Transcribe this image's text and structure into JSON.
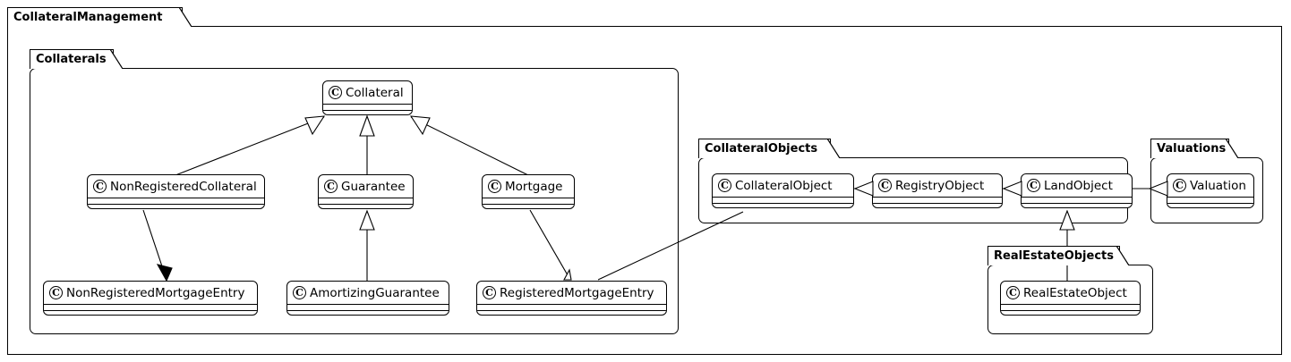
{
  "diagram": {
    "type": "uml-class-diagram",
    "title": "CollateralManagement",
    "class_icon_letter": "C",
    "stroke_color": "#000000",
    "background_color": "#ffffff"
  },
  "packages": [
    {
      "id": "collateralmanagement",
      "label": "CollateralManagement"
    },
    {
      "id": "collaterals",
      "label": "Collaterals"
    },
    {
      "id": "collateralobjects",
      "label": "CollateralObjects"
    },
    {
      "id": "valuations",
      "label": "Valuations"
    },
    {
      "id": "realestateobjects",
      "label": "RealEstateObjects"
    }
  ],
  "classes": [
    {
      "id": "collateral",
      "label": "Collateral",
      "package": "collaterals"
    },
    {
      "id": "nonregisteredcollateral",
      "label": "NonRegisteredCollateral",
      "package": "collaterals"
    },
    {
      "id": "guarantee",
      "label": "Guarantee",
      "package": "collaterals"
    },
    {
      "id": "mortgage",
      "label": "Mortgage",
      "package": "collaterals"
    },
    {
      "id": "nonregisteredmortgageentry",
      "label": "NonRegisteredMortgageEntry",
      "package": "collaterals"
    },
    {
      "id": "amortizingguarantee",
      "label": "AmortizingGuarantee",
      "package": "collaterals"
    },
    {
      "id": "registeredmortgageentry",
      "label": "RegisteredMortgageEntry",
      "package": "collaterals"
    },
    {
      "id": "collateralobject",
      "label": "CollateralObject",
      "package": "collateralobjects"
    },
    {
      "id": "registryobject",
      "label": "RegistryObject",
      "package": "collateralobjects"
    },
    {
      "id": "landobject",
      "label": "LandObject",
      "package": "collateralobjects"
    },
    {
      "id": "valuation",
      "label": "Valuation",
      "package": "valuations"
    },
    {
      "id": "realestateobject",
      "label": "RealEstateObject",
      "package": "realestateobjects"
    }
  ],
  "relationships": [
    {
      "from": "nonregisteredcollateral",
      "to": "collateral",
      "kind": "generalization"
    },
    {
      "from": "guarantee",
      "to": "collateral",
      "kind": "generalization"
    },
    {
      "from": "mortgage",
      "to": "collateral",
      "kind": "generalization"
    },
    {
      "from": "amortizingguarantee",
      "to": "guarantee",
      "kind": "generalization"
    },
    {
      "from": "mortgage",
      "to": "registeredmortgageentry",
      "kind": "generalization"
    },
    {
      "from": "nonregisteredcollateral",
      "to": "nonregisteredmortgageentry",
      "kind": "directed-association"
    },
    {
      "from": "registeredmortgageentry",
      "to": "collateralobject",
      "kind": "association"
    },
    {
      "from": "registryobject",
      "to": "collateralobject",
      "kind": "generalization"
    },
    {
      "from": "landobject",
      "to": "registryobject",
      "kind": "generalization"
    },
    {
      "from": "valuation",
      "to": "landobject",
      "kind": "generalization"
    },
    {
      "from": "realestateobject",
      "to": "landobject",
      "kind": "generalization"
    }
  ]
}
